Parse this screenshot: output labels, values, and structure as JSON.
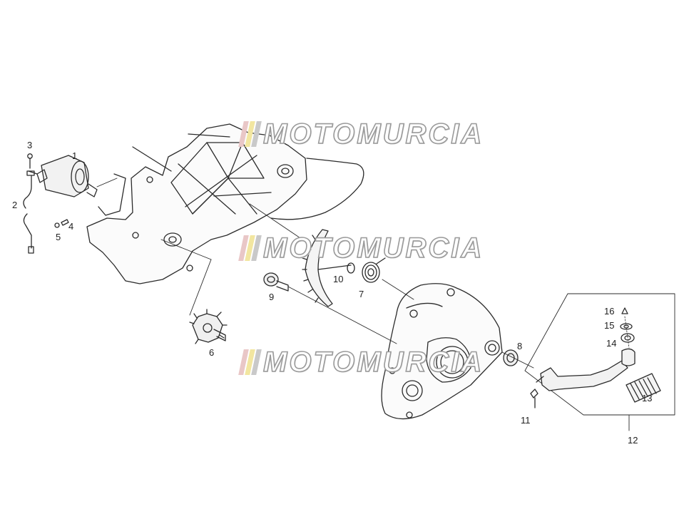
{
  "watermark": {
    "text": "MOTOMURCIA",
    "stripe_colors": [
      "#e9c7c7",
      "#f2e6a0",
      "#c9c9c9"
    ]
  },
  "callouts": [
    "1",
    "2",
    "3",
    "4",
    "5",
    "6",
    "7",
    "8",
    "9",
    "10",
    "11",
    "12",
    "13",
    "14",
    "15",
    "16"
  ],
  "colors": {
    "line": "#2b2b2b",
    "fill": "#ffffff"
  }
}
